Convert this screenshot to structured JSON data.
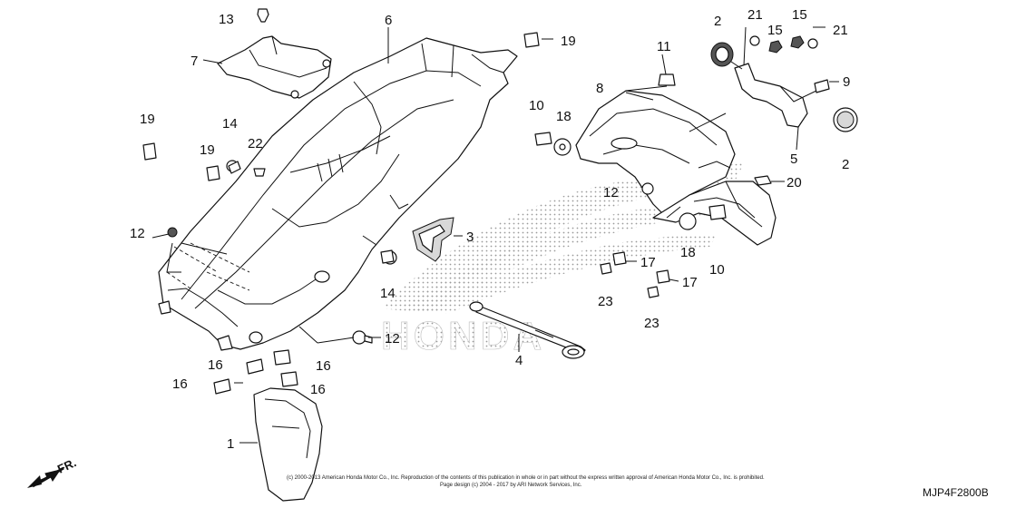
{
  "diagram": {
    "code": "MJP4F2800B",
    "direction_label": "FR.",
    "watermark_text": "HONDA",
    "copyright_line1": "(c) 2000-2013 American Honda Motor Co., Inc. Reproduction of the contents of this publication in whole or in part without the express written approval of American Honda Motor Co., Inc. is prohibited.",
    "copyright_line2": "Page design (c) 2004 - 2017 by ARI Network Services, Inc.",
    "callouts": [
      "1",
      "2",
      "2",
      "3",
      "4",
      "5",
      "6",
      "7",
      "8",
      "9",
      "10",
      "10",
      "11",
      "12",
      "12",
      "12",
      "13",
      "14",
      "14",
      "15",
      "15",
      "16",
      "16",
      "16",
      "16",
      "17",
      "17",
      "18",
      "18",
      "19",
      "19",
      "19",
      "20",
      "21",
      "21",
      "22",
      "23",
      "23"
    ]
  }
}
